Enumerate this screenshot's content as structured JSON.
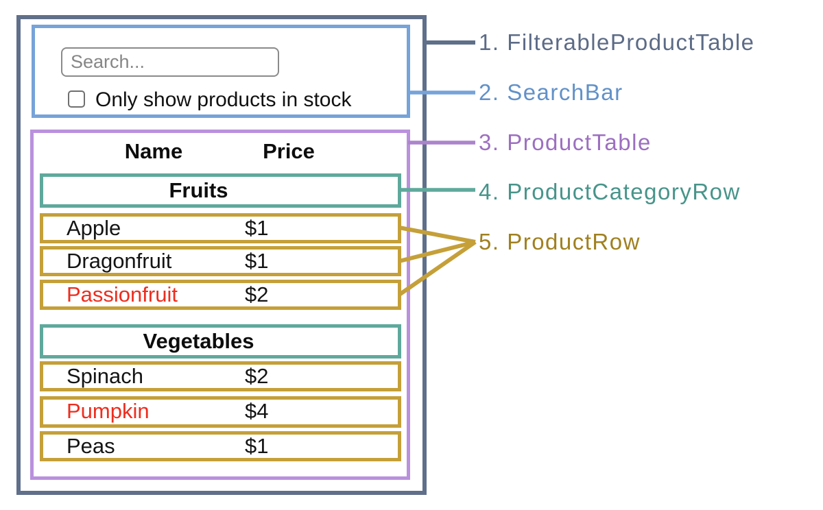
{
  "search_bar": {
    "search_placeholder": "Search...",
    "checkbox_label": "Only show products in stock",
    "checkbox_checked": false
  },
  "product_table": {
    "columns": {
      "name": "Name",
      "price": "Price"
    },
    "sections": [
      {
        "category": "Fruits",
        "products": [
          {
            "name": "Apple",
            "price": "$1",
            "out_of_stock": false
          },
          {
            "name": "Dragonfruit",
            "price": "$1",
            "out_of_stock": false
          },
          {
            "name": "Passionfruit",
            "price": "$2",
            "out_of_stock": true
          }
        ]
      },
      {
        "category": "Vegetables",
        "products": [
          {
            "name": "Spinach",
            "price": "$2",
            "out_of_stock": false
          },
          {
            "name": "Pumpkin",
            "price": "$4",
            "out_of_stock": true
          },
          {
            "name": "Peas",
            "price": "$1",
            "out_of_stock": false
          }
        ]
      }
    ]
  },
  "legend": [
    {
      "label": "1. FilterableProductTable",
      "color": "#5c6b86"
    },
    {
      "label": "2. SearchBar",
      "color": "#6191c8"
    },
    {
      "label": "3. ProductTable",
      "color": "#9c6fc0"
    },
    {
      "label": "4. ProductCategoryRow",
      "color": "#47948a"
    },
    {
      "label": "5. ProductRow",
      "color": "#a0801f"
    }
  ],
  "colors": {
    "outer_box_border": "#606f8a",
    "search_bar_border": "#76a3d9",
    "product_table_border": "#b991dd",
    "category_row_border": "#5fa99c",
    "product_row_border": "#c5a039",
    "out_of_stock_text": "#ee2d1e"
  }
}
